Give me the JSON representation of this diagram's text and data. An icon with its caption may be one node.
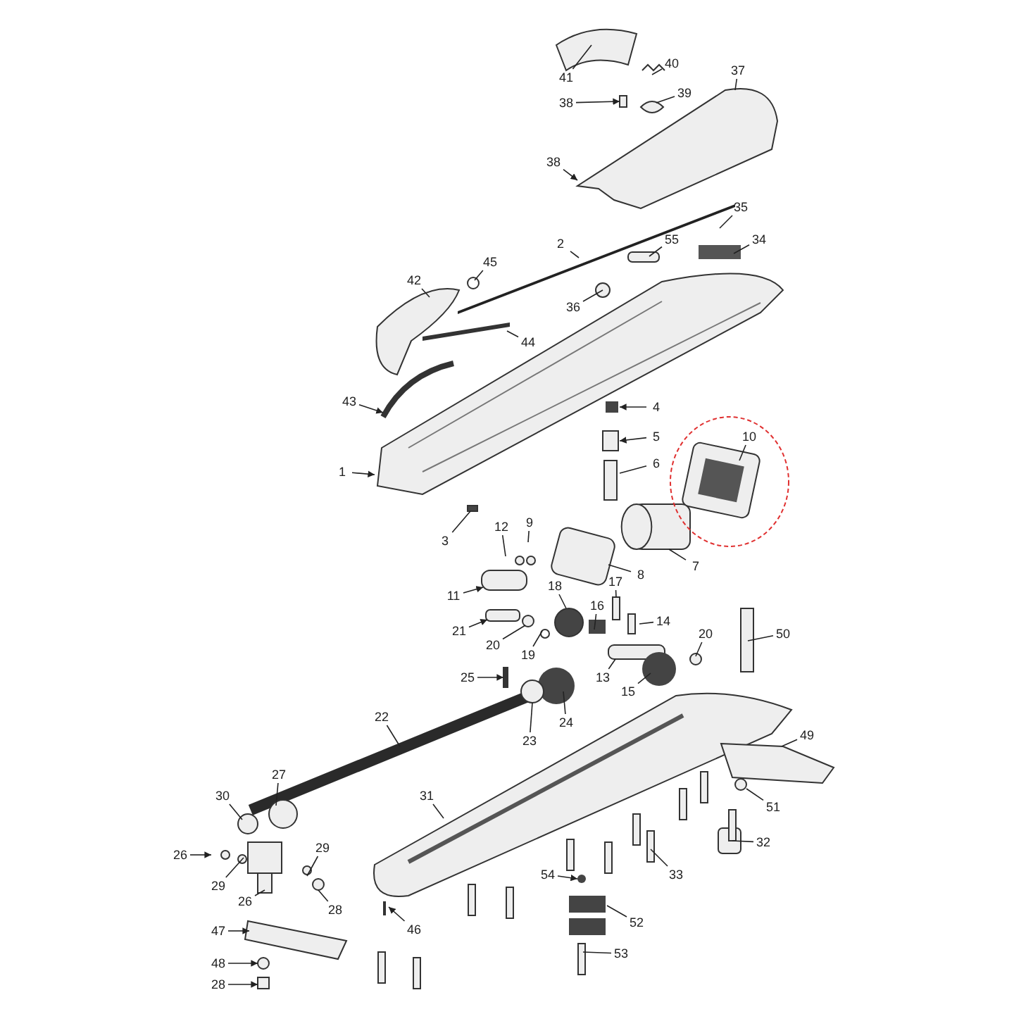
{
  "diagram": {
    "nodes": [
      {
        "text": [
          "41"
        ]
      },
      {
        "text": [
          "40"
        ]
      },
      {
        "text": [
          "38"
        ]
      },
      {
        "text": [
          "39"
        ]
      },
      {
        "text": [
          "37"
        ]
      },
      {
        "text": [
          "38"
        ]
      },
      {
        "text": [
          "35"
        ]
      },
      {
        "text": [
          "34"
        ]
      },
      {
        "text": [
          "2"
        ]
      },
      {
        "text": [
          "55"
        ]
      },
      {
        "text": [
          "45"
        ]
      },
      {
        "text": [
          "42"
        ]
      },
      {
        "text": [
          "36"
        ]
      },
      {
        "text": [
          "44"
        ]
      },
      {
        "text": [
          "43"
        ]
      },
      {
        "text": [
          "4"
        ]
      },
      {
        "text": [
          "5"
        ]
      },
      {
        "text": [
          "6"
        ]
      },
      {
        "text": [
          "10"
        ]
      },
      {
        "text": [
          "1"
        ]
      },
      {
        "text": [
          "3"
        ]
      },
      {
        "text": [
          "12"
        ]
      },
      {
        "text": [
          "9"
        ]
      },
      {
        "text": [
          "8"
        ]
      },
      {
        "text": [
          "7"
        ]
      },
      {
        "text": [
          "11"
        ]
      },
      {
        "text": [
          "17"
        ]
      },
      {
        "text": [
          "18"
        ]
      },
      {
        "text": [
          "16"
        ]
      },
      {
        "text": [
          "14"
        ]
      },
      {
        "text": [
          "21"
        ]
      },
      {
        "text": [
          "20"
        ]
      },
      {
        "text": [
          "19"
        ]
      },
      {
        "text": [
          "20"
        ]
      },
      {
        "text": [
          "50"
        ]
      },
      {
        "text": [
          "13"
        ]
      },
      {
        "text": [
          "15"
        ]
      },
      {
        "text": [
          "25"
        ]
      },
      {
        "text": [
          "22"
        ]
      },
      {
        "text": [
          "23"
        ]
      },
      {
        "text": [
          "24"
        ]
      },
      {
        "text": [
          "49"
        ]
      },
      {
        "text": [
          "27"
        ]
      },
      {
        "text": [
          "31"
        ]
      },
      {
        "text": [
          "30"
        ]
      },
      {
        "text": [
          "51"
        ]
      },
      {
        "text": [
          "32"
        ]
      },
      {
        "text": [
          "26"
        ]
      },
      {
        "text": [
          "29"
        ]
      },
      {
        "text": [
          "29"
        ]
      },
      {
        "text": [
          "33"
        ]
      },
      {
        "text": [
          "54"
        ]
      },
      {
        "text": [
          "26"
        ]
      },
      {
        "text": [
          "28"
        ]
      },
      {
        "text": [
          "52"
        ]
      },
      {
        "text": [
          "46"
        ]
      },
      {
        "text": [
          "47"
        ]
      },
      {
        "text": [
          "48"
        ]
      },
      {
        "text": [
          "53"
        ]
      },
      {
        "text": [
          "28"
        ]
      },
      {
        "text": [],
        "shape": "bar"
      },
      {
        "text": [],
        "shape": "picture"
      },
      {
        "text": [],
        "shape": "bar"
      },
      {
        "text": [],
        "shape": "box"
      },
      {
        "text": [],
        "shape": "cylinder"
      },
      {
        "text": [],
        "shape": "bar"
      },
      {
        "text": [],
        "shape": "circle"
      },
      {
        "text": [],
        "shape": "bar"
      },
      {
        "text": [],
        "shape": "bar"
      },
      {
        "text": [],
        "shape": "circle"
      },
      {
        "text": [],
        "shape": "circle"
      },
      {
        "text": [],
        "shape": "circle"
      },
      {
        "text": [],
        "shape": "box"
      }
    ],
    "edges": [
      {
        "from": 0,
        "to": null,
        "arrow": "none"
      },
      {
        "from": 1,
        "to": null,
        "arrow": "none"
      },
      {
        "from": 2,
        "to": 60,
        "arrow": "to"
      },
      {
        "from": 3,
        "to": 61,
        "arrow": "none"
      },
      {
        "from": 4,
        "to": null,
        "arrow": "none"
      },
      {
        "from": 5,
        "to": null,
        "arrow": "to"
      },
      {
        "from": 6,
        "to": null,
        "arrow": "none"
      },
      {
        "from": 7,
        "to": null,
        "arrow": "none"
      },
      {
        "from": 8,
        "to": null,
        "arrow": "none"
      },
      {
        "from": 9,
        "to": null,
        "arrow": "none"
      },
      {
        "from": 10,
        "to": null,
        "arrow": "none"
      },
      {
        "from": 11,
        "to": null,
        "arrow": "none"
      },
      {
        "from": 12,
        "to": null,
        "arrow": "none"
      },
      {
        "from": 13,
        "to": null,
        "arrow": "none"
      },
      {
        "from": 14,
        "to": null,
        "arrow": "to"
      },
      {
        "from": 15,
        "to": null,
        "arrow": "to"
      },
      {
        "from": 16,
        "to": null,
        "arrow": "to"
      },
      {
        "from": 17,
        "to": null,
        "arrow": "none"
      },
      {
        "from": 18,
        "to": null,
        "arrow": "none"
      },
      {
        "from": 19,
        "to": null,
        "arrow": "to"
      },
      {
        "from": 20,
        "to": 62,
        "arrow": "none"
      },
      {
        "from": 21,
        "to": null,
        "arrow": "none"
      },
      {
        "from": 22,
        "to": null,
        "arrow": "none"
      },
      {
        "from": 23,
        "to": 63,
        "arrow": "none"
      },
      {
        "from": 24,
        "to": 64,
        "arrow": "none"
      },
      {
        "from": 25,
        "to": null,
        "arrow": "to"
      },
      {
        "from": 26,
        "to": 65,
        "arrow": "none"
      },
      {
        "from": 27,
        "to": 66,
        "arrow": "none"
      },
      {
        "from": 28,
        "to": null,
        "arrow": "none"
      },
      {
        "from": 29,
        "to": null,
        "arrow": "none"
      },
      {
        "from": 30,
        "to": 67,
        "arrow": "to"
      },
      {
        "from": 31,
        "to": 71,
        "arrow": "none"
      },
      {
        "from": 32,
        "to": null,
        "arrow": "none"
      },
      {
        "from": 33,
        "to": null,
        "arrow": "none"
      },
      {
        "from": 34,
        "to": null,
        "arrow": "none"
      },
      {
        "from": 35,
        "to": null,
        "arrow": "none"
      },
      {
        "from": 36,
        "to": null,
        "arrow": "none"
      },
      {
        "from": 37,
        "to": 68,
        "arrow": "to"
      },
      {
        "from": 38,
        "to": null,
        "arrow": "none"
      },
      {
        "from": 39,
        "to": 69,
        "arrow": "none"
      },
      {
        "from": 40,
        "to": null,
        "arrow": "none"
      },
      {
        "from": 41,
        "to": null,
        "arrow": "none"
      },
      {
        "from": 42,
        "to": null,
        "arrow": "none"
      },
      {
        "from": 43,
        "to": null,
        "arrow": "none"
      },
      {
        "from": 44,
        "to": null,
        "arrow": "none"
      },
      {
        "from": 45,
        "to": null,
        "arrow": "none"
      },
      {
        "from": 46,
        "to": null,
        "arrow": "none"
      },
      {
        "from": 47,
        "to": null,
        "arrow": "to"
      },
      {
        "from": 48,
        "to": null,
        "arrow": "none"
      },
      {
        "from": 49,
        "to": null,
        "arrow": "none"
      },
      {
        "from": 50,
        "to": null,
        "arrow": "none"
      },
      {
        "from": 51,
        "to": null,
        "arrow": "to"
      },
      {
        "from": 52,
        "to": null,
        "arrow": "none"
      },
      {
        "from": 53,
        "to": null,
        "arrow": "none"
      },
      {
        "from": 54,
        "to": null,
        "arrow": "none"
      },
      {
        "from": 55,
        "to": null,
        "arrow": "to"
      },
      {
        "from": 56,
        "to": null,
        "arrow": "to"
      },
      {
        "from": 57,
        "to": 70,
        "arrow": "to"
      },
      {
        "from": 58,
        "to": null,
        "arrow": "none"
      },
      {
        "from": 59,
        "to": 72,
        "arrow": "to"
      }
    ]
  }
}
